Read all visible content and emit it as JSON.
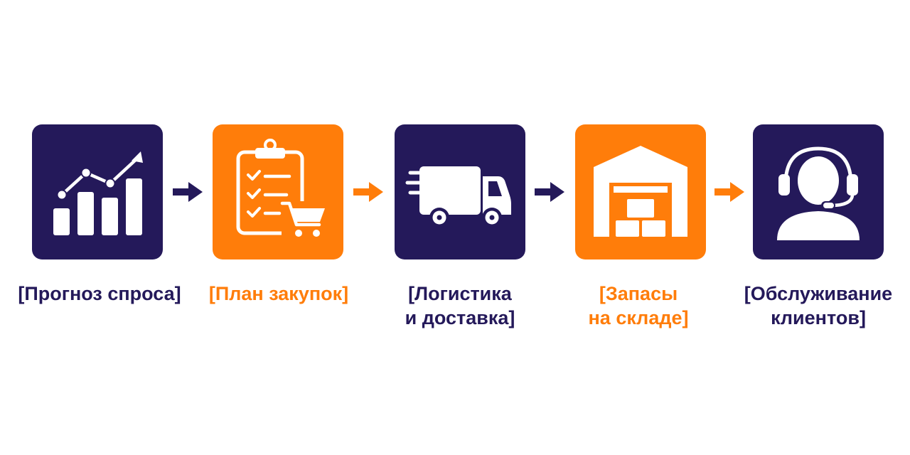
{
  "colors": {
    "navy": "#24195a",
    "orange": "#ff7d0a",
    "icon": "#ffffff",
    "background": "#ffffff"
  },
  "steps": [
    {
      "icon": "growth-chart-icon",
      "color": "navy",
      "label_lines": [
        "[Прогноз спроса]"
      ]
    },
    {
      "icon": "clipboard-cart-icon",
      "color": "orange",
      "label_lines": [
        "[План закупок]"
      ]
    },
    {
      "icon": "delivery-truck-icon",
      "color": "navy",
      "label_lines": [
        "[Логистика",
        "и доставка]"
      ]
    },
    {
      "icon": "warehouse-icon",
      "color": "orange",
      "label_lines": [
        "[Запасы",
        "на складе]"
      ]
    },
    {
      "icon": "headset-support-icon",
      "color": "navy",
      "label_lines": [
        "[Обслуживание",
        "клиентов]"
      ]
    }
  ],
  "arrows": [
    {
      "icon": "arrow-right-icon",
      "color": "navy"
    },
    {
      "icon": "arrow-right-icon",
      "color": "orange"
    },
    {
      "icon": "arrow-right-icon",
      "color": "navy"
    },
    {
      "icon": "arrow-right-icon",
      "color": "orange"
    }
  ]
}
